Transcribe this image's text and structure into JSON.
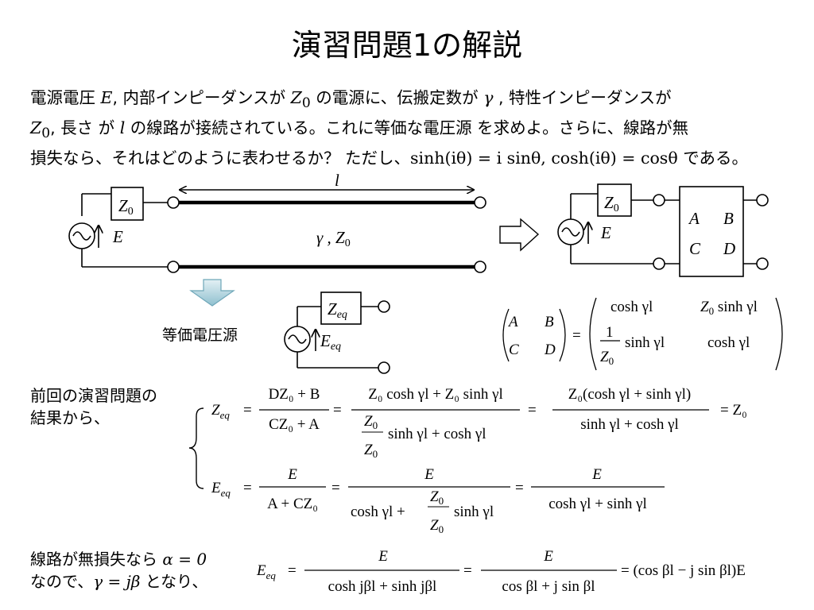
{
  "title": "演習問題1の解説",
  "problem": {
    "p1": "電源電圧 ",
    "E": "E",
    "p2": ", 内部インピーダンスが ",
    "Z": "Z",
    "zero": "0",
    "p3": " の電源に、伝搬定数が ",
    "gamma": "γ",
    "p4": " , 特性インピーダンスが",
    "p5": ", 長さ が ",
    "l": "l",
    "p6": " の線路が接続されている。これに等価な電圧源 を求めよ。さらに、線路が無",
    "p7": "損失なら、それはどのように表わせるか？ ただし、",
    "f1": "sinh(iθ) = i sinθ,  cosh(iθ) = cosθ",
    "p8": " である。"
  },
  "circuit1": {
    "z0_base": "Z",
    "z0_sub": "0",
    "e_label": "E",
    "length_label": "l",
    "line_label": "γ , Z",
    "line_label_sub": "0"
  },
  "circuit2": {
    "z0_base": "Z",
    "z0_sub": "0",
    "e_label": "E",
    "A": "A",
    "B": "B",
    "C": "C",
    "D": "D"
  },
  "equivalent": {
    "label": "等価電圧源",
    "zeq_base": "Z",
    "zeq_sub": "eq",
    "eeq_base": "E",
    "eeq_sub": "eq"
  },
  "matrix": {
    "a11": "cosh γl",
    "a12": "Z",
    "a12_sub": "0",
    "a12_rest": " sinh γl",
    "frac_num": "1",
    "frac_den": "Z",
    "frac_den_sub": "0",
    "a21_rest": "sinh γl",
    "a22": "cosh γl"
  },
  "notes": {
    "result_line1": "前回の演習問題の",
    "result_line2": "結果から、",
    "lossless_line1": "線路が無損失なら ",
    "lossless_alpha": "α = 0",
    "lossless_line2": "なので、",
    "lossless_gamma": "γ = jβ",
    "lossless_line2b": " となり、"
  },
  "eq_zeq": {
    "lhs": "Z",
    "lhs_sub": "eq",
    "f1_num": "DZ₀ + B",
    "f1_den": "CZ₀ + A",
    "f2_num": "Z₀ cosh γl + Z₀ sinh γl",
    "f2_den_rest": "sinh γl + cosh γl",
    "f3_num": "Z₀(cosh γl + sinh γl)",
    "f3_den": "sinh γl + cosh γl",
    "result": "= Z₀"
  },
  "eq_eeq": {
    "lhs": "E",
    "lhs_sub": "eq",
    "f1_num": "E",
    "f1_den": "A + CZ₀",
    "f2_num": "E",
    "f2_den_a": "cosh γl +",
    "f2_den_b": "sinh γl",
    "f3_num": "E",
    "f3_den": "cosh γl + sinh γl"
  },
  "eq_lossless": {
    "lhs": "E",
    "lhs_sub": "eq",
    "f1_num": "E",
    "f1_den": "cosh jβl + sinh jβl",
    "f2_num": "E",
    "f2_den": "cos βl + j sin βl",
    "result": "= (cos βl − j sin βl)E"
  }
}
